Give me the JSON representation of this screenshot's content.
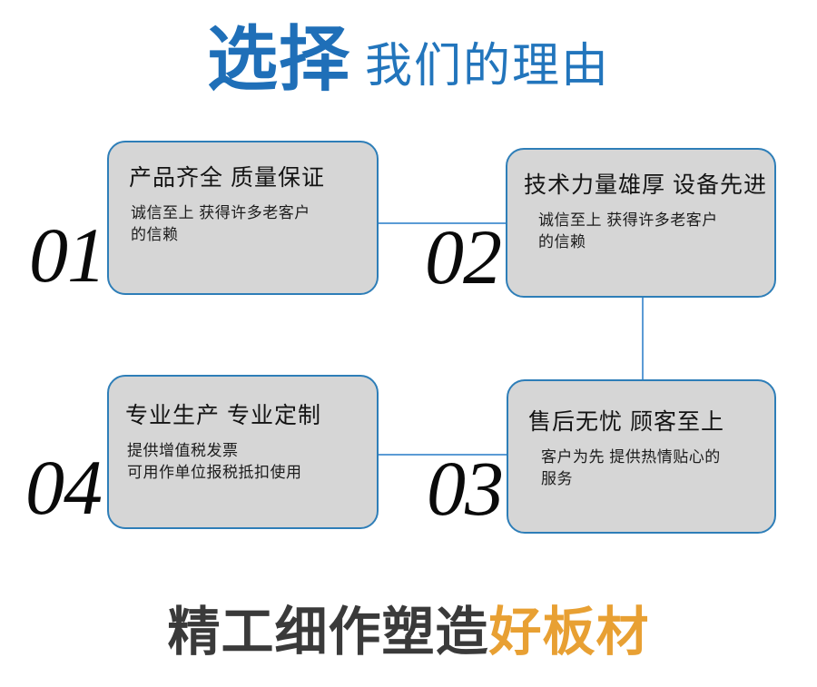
{
  "header": {
    "strong": "选择",
    "light": "我们的理由",
    "strong_color": "#1F6FB8",
    "light_color": "#2275BC"
  },
  "cards": [
    {
      "number": "01",
      "title": "产品齐全 质量保证",
      "body": [
        "诚信至上 获得许多老客户",
        "的信赖"
      ]
    },
    {
      "number": "02",
      "title": "技术力量雄厚 设备先进",
      "body": [
        "诚信至上 获得许多老客户",
        "的信赖"
      ]
    },
    {
      "number": "03",
      "title": "售后无忧 顾客至上",
      "body": [
        "客户为先 提供热情贴心的",
        "服务"
      ]
    },
    {
      "number": "04",
      "title": "专业生产 专业定制",
      "body": [
        "提供增值税发票",
        "可用作单位报税抵扣使用"
      ]
    }
  ],
  "style": {
    "card_fill": "#D6D6D6",
    "card_border": "#2E7EB8",
    "connector_color": "#5B9BD5"
  },
  "tagline": {
    "dark": "精工细作塑造",
    "accent": "好板材",
    "dark_color": "#3A3A3A",
    "accent_color": "#E8A033"
  }
}
